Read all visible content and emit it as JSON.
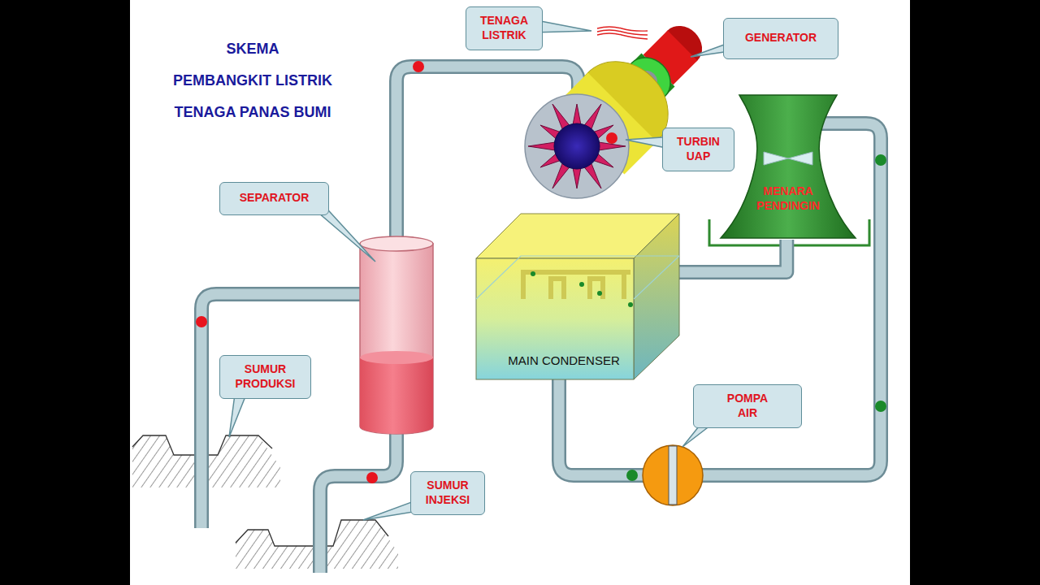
{
  "diagram": {
    "title": "SKEMA PEMBANGKIT LISTRIK TENAGA PANAS BUMI",
    "nodes": [
      {
        "text": [
          "TENAGA LISTRIK"
        ]
      },
      {
        "text": [
          "GENERATOR"
        ]
      },
      {
        "text": [
          "MENARA PENDINGIN"
        ]
      },
      {
        "text": [
          "TURBIN UAP"
        ]
      },
      {
        "text": [
          "SEPARATOR"
        ]
      },
      {
        "text": [
          "MAIN CONDENSER"
        ]
      },
      {
        "text": [
          "SUMUR PRODUKSI"
        ]
      },
      {
        "text": [
          "POMPA AIR"
        ]
      },
      {
        "text": [
          "SUMUR INJEKSI"
        ]
      }
    ],
    "edges": [
      {
        "from": 5,
        "to": 2,
        "arrow": "none"
      }
    ]
  }
}
